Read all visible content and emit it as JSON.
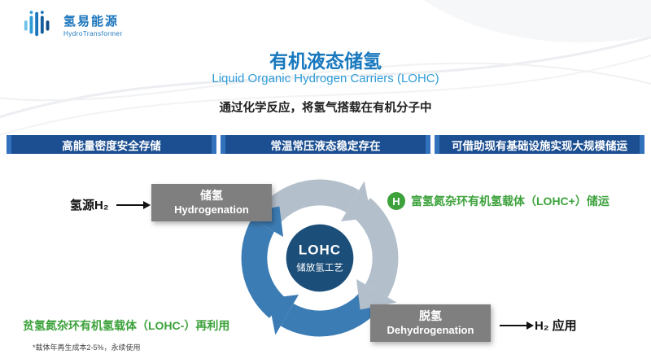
{
  "logo": {
    "name": "氢易能源",
    "tagline": "HydroTransformer"
  },
  "header": {
    "title": "有机液态储氢",
    "subtitle": "Liquid Organic Hydrogen Carriers (LOHC)",
    "description": "通过化学反应，将氢气搭载在有机分子中"
  },
  "feature_bars": [
    {
      "label": "高能量密度安全存储"
    },
    {
      "label": "常温常压液态稳定存在"
    },
    {
      "label": "可借助现有基础设施实现大规模储运"
    }
  ],
  "diagram": {
    "hydrogen_source_label": "氢源H₂",
    "hydrogenation": {
      "zh": "储氢",
      "en": "Hydrogenation"
    },
    "cycle_center": {
      "title": "LOHC",
      "subtitle": "储放氢工艺"
    },
    "lohc_plus": {
      "badge": "H",
      "label": "富氢氮杂环有机氢载体（LOHC+）储运"
    },
    "dehydrogenation": {
      "zh": "脱氢",
      "en": "Dehydrogenation"
    },
    "h2_application_label": "H₂ 应用",
    "lohc_minus_label": "贫氢氮杂环有机氢载体（LOHC-）再利用",
    "footnote": "*载体年再生成本2-5%，永续使用"
  },
  "colors": {
    "title_blue": "#1878BE",
    "subtitle_blue": "#2F9CD9",
    "bar_blue": "#1C4F91",
    "bar_accent_blue": "#3272BC",
    "box_gray": "#7F7F7F",
    "cycle_blue": "#3C7CB4",
    "cycle_gray": "#B3BFCB",
    "center_navy": "#1B4E79",
    "green": "#3DA23C"
  }
}
